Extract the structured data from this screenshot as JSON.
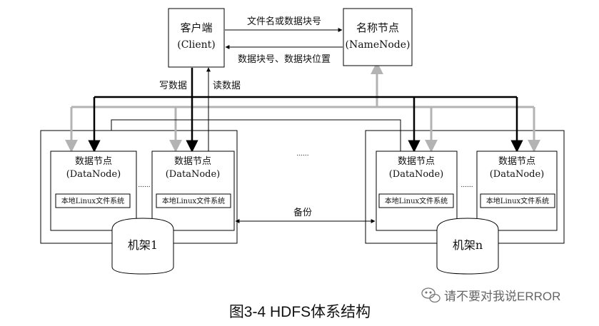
{
  "client": {
    "title": "客户端",
    "subtitle": "(Client)"
  },
  "namenode": {
    "title": "名称节点",
    "subtitle": "(NameNode)"
  },
  "arrows": {
    "request": "文件名或数据块号",
    "response": "数据块号、数据块位置",
    "write": "写数据",
    "read": "读数据",
    "backup": "备份"
  },
  "datanode": {
    "title": "数据节点",
    "subtitle": "(DataNode)",
    "fs": "本地Linux文件系统"
  },
  "ellipsis": "......",
  "racks": {
    "left": "机架1",
    "right": "机架n"
  },
  "caption": "图3-4 HDFS体系结构",
  "watermark": "请不要对我说ERROR",
  "colors": {
    "black_line": "#000000",
    "gray_line": "#b3b3b3"
  }
}
